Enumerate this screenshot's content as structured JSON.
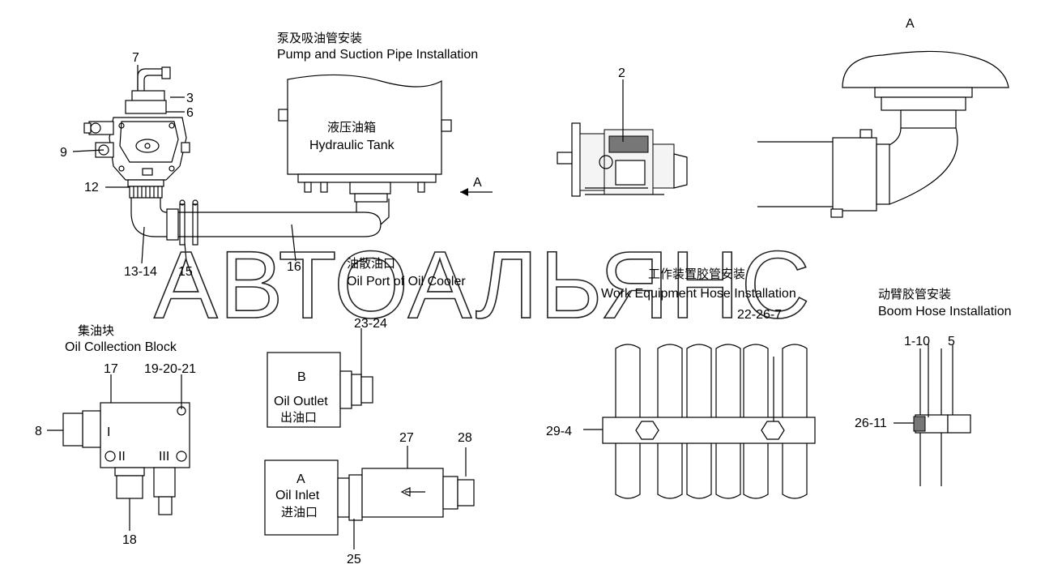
{
  "watermark": "АВТОАЛЬЯНС",
  "sections": {
    "pump_suction": {
      "zh": "泵及吸油管安装",
      "en": "Pump and Suction Pipe Installation"
    },
    "tank": {
      "zh": "液压油箱",
      "en": "Hydraulic Tank"
    },
    "view_a_title": "A",
    "view_arrow": "A",
    "oil_cooler": {
      "zh": "油散油口",
      "en": "Oil Port of Oil Cooler"
    },
    "work_hose": {
      "zh": "工作装置胶管安装",
      "en": "Work Equipment Hose Installation"
    },
    "boom_hose": {
      "zh": "动臂胶管安装",
      "en": "Boom Hose Installation"
    },
    "collection_block": {
      "zh": "集油块",
      "en": "Oil Collection Block"
    },
    "outlet": {
      "letter": "B",
      "en": "Oil Outlet",
      "zh": "出油口"
    },
    "inlet": {
      "letter": "A",
      "en": "Oil Inlet",
      "zh": "进油口"
    },
    "ports": {
      "p1": "I",
      "p2": "II",
      "p3": "III"
    }
  },
  "callouts": {
    "c7": "7",
    "c3": "3",
    "c6": "6",
    "c9": "9",
    "c12": "12",
    "c13_14": "13-14",
    "c15": "15",
    "c16": "16",
    "c2": "2",
    "c17": "17",
    "c19_20_21": "19-20-21",
    "c8": "8",
    "c18": "18",
    "c23_24": "23-24",
    "c27": "27",
    "c28": "28",
    "c25": "25",
    "c22_26_7": "22-26-7",
    "c29_4": "29-4",
    "c1_10": "1-10",
    "c5": "5",
    "c26_11": "26-11"
  }
}
